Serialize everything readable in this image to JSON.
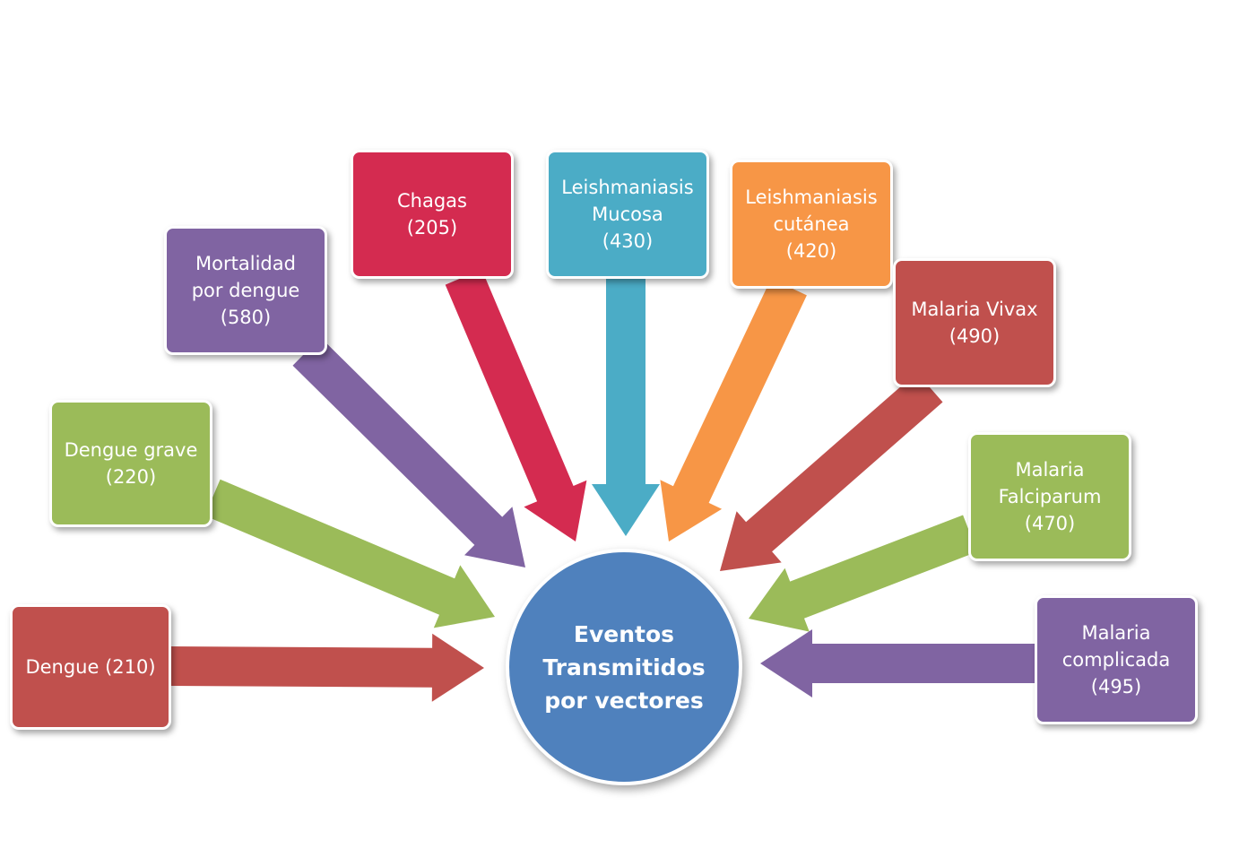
{
  "center": {
    "label": "Eventos\nTransmitidos\npor vectores",
    "color": "#4f81bd"
  },
  "nodes": [
    {
      "id": "dengue",
      "label": "Dengue (210)",
      "color": "#c0504d"
    },
    {
      "id": "dengue-grave",
      "label": "Dengue grave\n(220)",
      "color": "#9bbb59"
    },
    {
      "id": "mortalidad-dengue",
      "label": "Mortalidad\npor dengue\n(580)",
      "color": "#8064a2"
    },
    {
      "id": "chagas",
      "label": "Chagas\n(205)",
      "color": "#d42b50"
    },
    {
      "id": "leishmaniasis-mucosa",
      "label": "Leishmaniasis\nMucosa\n(430)",
      "color": "#4bacc6"
    },
    {
      "id": "leishmaniasis-cutanea",
      "label": "Leishmaniasis\ncutánea\n(420)",
      "color": "#f79646"
    },
    {
      "id": "malaria-vivax",
      "label": "Malaria  Vivax\n(490)",
      "color": "#c0504d"
    },
    {
      "id": "malaria-falciparum",
      "label": "Malaria\nFalciparum\n(470)",
      "color": "#9bbb59"
    },
    {
      "id": "malaria-complicada",
      "label": "Malaria\ncomplicada\n(495)",
      "color": "#8064a2"
    }
  ]
}
